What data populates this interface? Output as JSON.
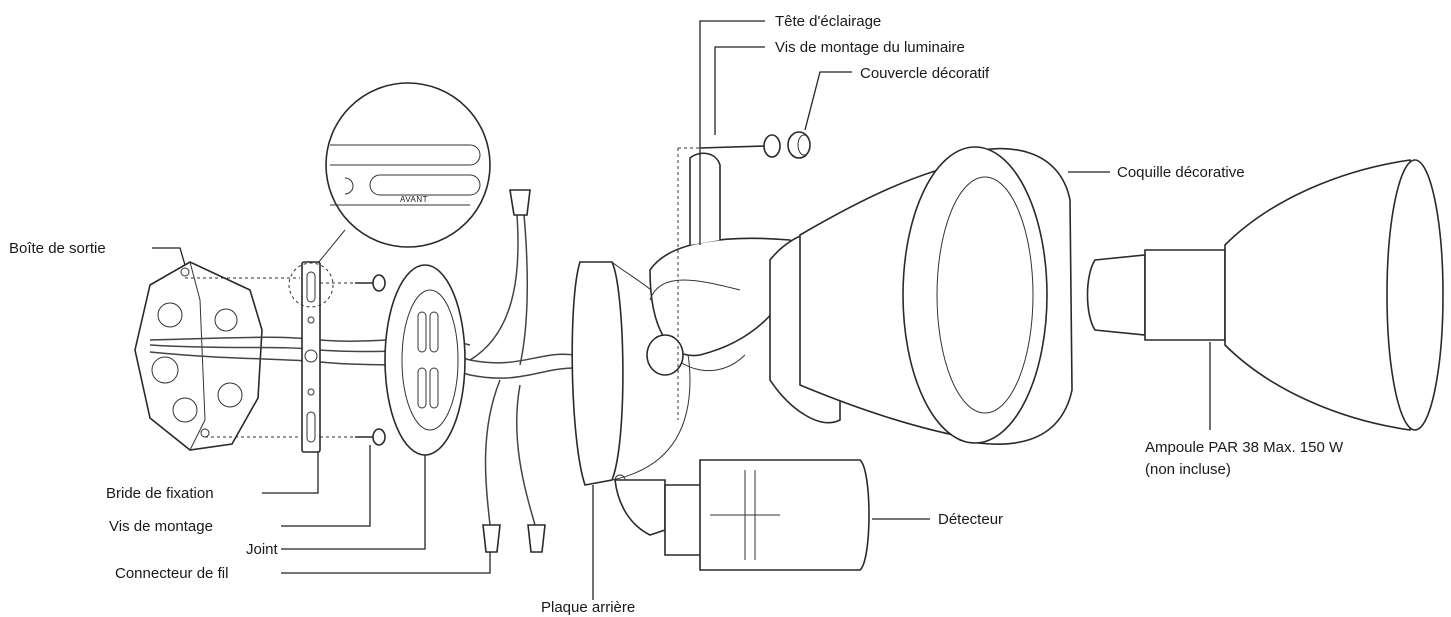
{
  "labels": {
    "tete_eclairage": "Tête d'éclairage",
    "vis_montage_luminaire": "Vis de montage du luminaire",
    "couvercle_decoratif": "Couvercle décoratif",
    "coquille_decorative": "Coquille décorative",
    "boite_sortie": "Boîte de sortie",
    "avant": "AVANT",
    "bride_fixation": "Bride de fixation",
    "vis_montage": "Vis de montage",
    "joint": "Joint",
    "connecteur_fil": "Connecteur de fil",
    "plaque_arriere": "Plaque arrière",
    "detecteur": "Détecteur",
    "ampoule_line1": "Ampoule PAR 38 Max. 150 W",
    "ampoule_line2": "(non incluse)"
  }
}
